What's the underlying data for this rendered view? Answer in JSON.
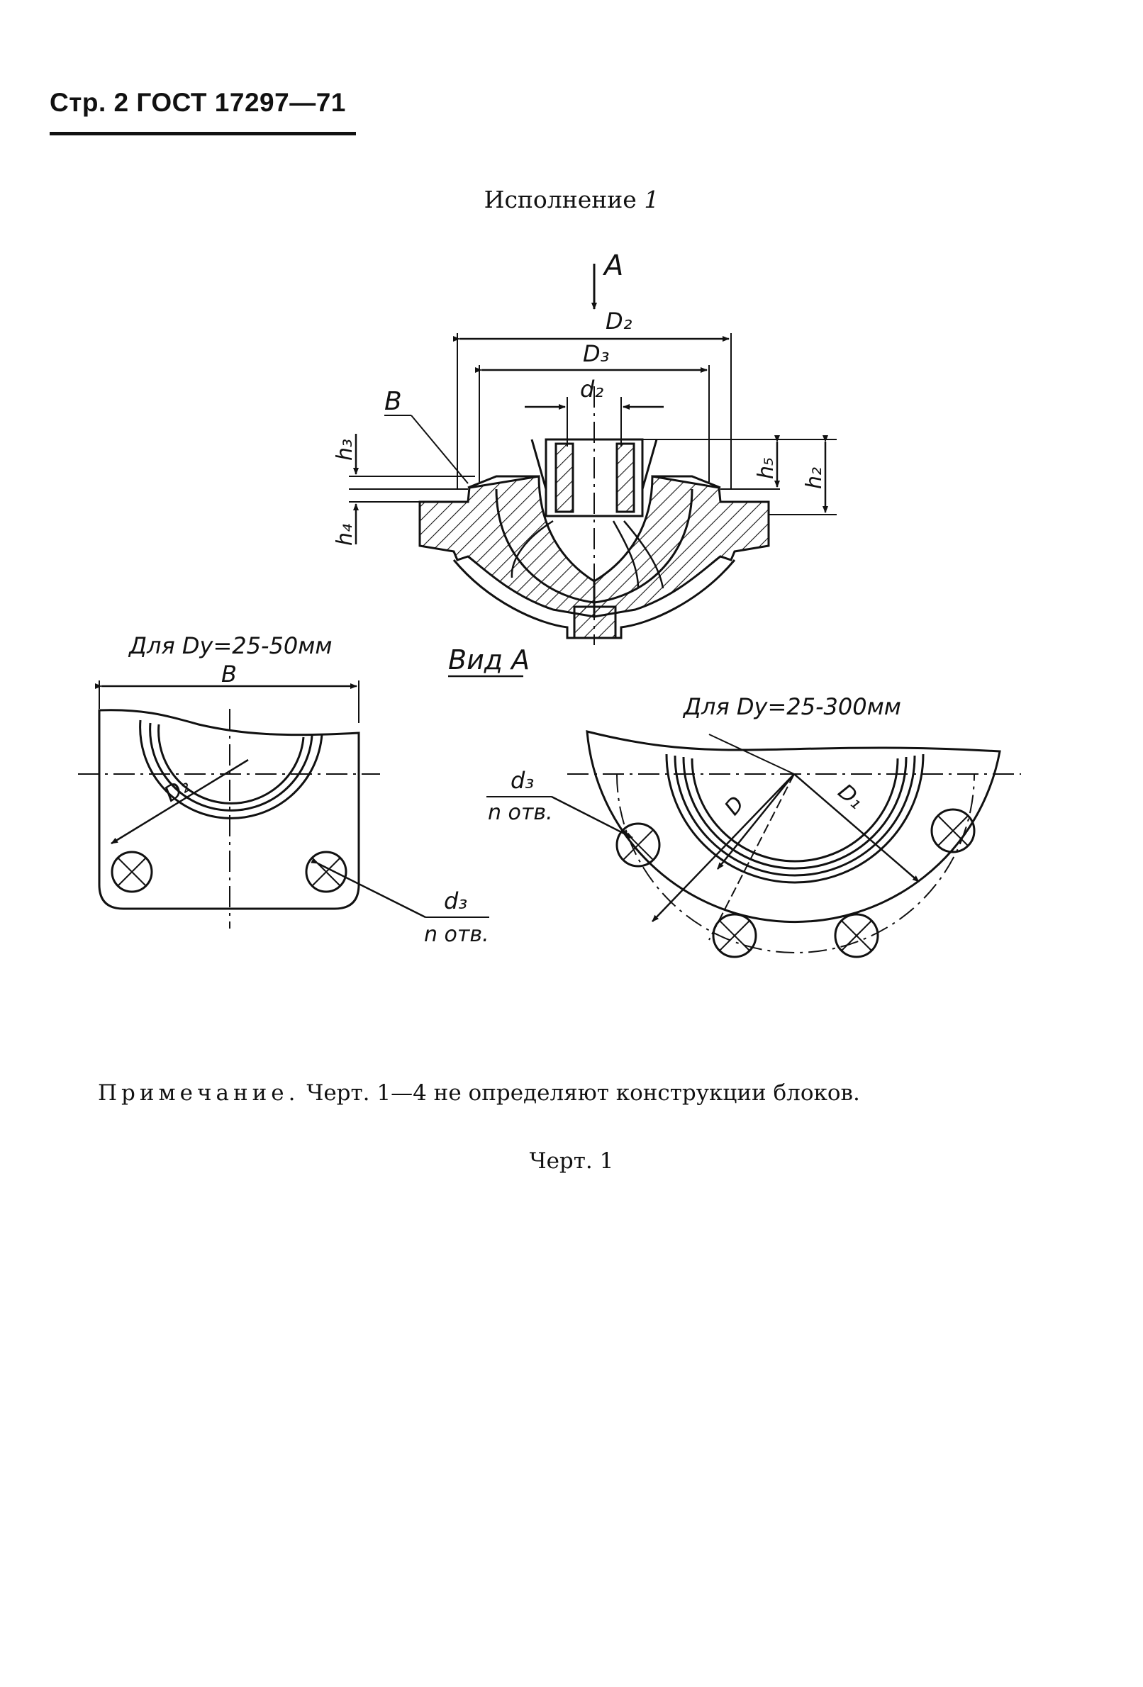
{
  "header": {
    "page_ref": "Стр. 2 ГОСТ 17297—71"
  },
  "drawing": {
    "variant_prefix": "Исполнение",
    "variant_number": "1",
    "view_arrow": "A",
    "dims": {
      "D2": "D₂",
      "D3": "D₃",
      "d2": "d₂",
      "h3": "h₃",
      "h4": "h₄",
      "h5": "h₅",
      "h2": "h₂",
      "B": "B"
    },
    "left_view": {
      "caption": "Для Dy=25-50мм",
      "width_label": "B",
      "diam_label": "D₂",
      "hole_d": "d₃",
      "hole_n": "n отв."
    },
    "view_a_title": "Вид А",
    "right_view": {
      "caption": "Для  Dy=25-300мм",
      "diam_inner": "D",
      "diam_bolt": "D₁",
      "hole_d": "d₃",
      "hole_n": "n отв."
    }
  },
  "note": {
    "prefix": "Примечание.",
    "text": " Черт. 1—4 не определяют конструкции блоков."
  },
  "figure_label": "Черт. 1"
}
